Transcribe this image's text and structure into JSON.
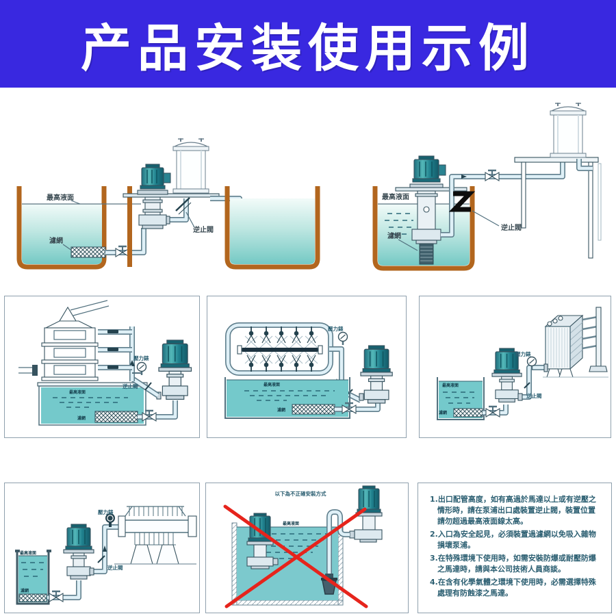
{
  "banner": {
    "title": "产品安装使用示例",
    "bg_color": "#3928e0",
    "text_color": "#ffffff"
  },
  "labels": {
    "max_level": "最高液面",
    "strainer": "濾網",
    "check_valve": "逆止閥",
    "pressure_gauge": "壓力錶"
  },
  "warning": {
    "title": "以下為不正確安裝方式"
  },
  "notes": {
    "items": [
      "1.出口配管高度，如有高過於馬達以上或有逆壓之情形時，請在泵浦出口處裝置逆止閥，裝置位置請勿超過最高液面線太高。",
      "2.入口為安全起見，必須裝置過濾網以免吸入雜物損壞泵浦。",
      "3.在特殊環境下使用時，如需安裝防爆或耐壓防爆之馬達時，請與本公司技術人員商談。",
      "4.在含有化學氣體之環境下使用時，必需選擇特殊處理有防蝕漆之馬達。"
    ],
    "text_color": "#2c5f72"
  },
  "colors": {
    "water": "#74c9cb",
    "tank_wall": "#b2661e",
    "pump_body": "#2e8f96",
    "pipe_outline": "#5f7e8c",
    "error_cross": "#e6241c",
    "panel_border": "#8fa0ad"
  }
}
